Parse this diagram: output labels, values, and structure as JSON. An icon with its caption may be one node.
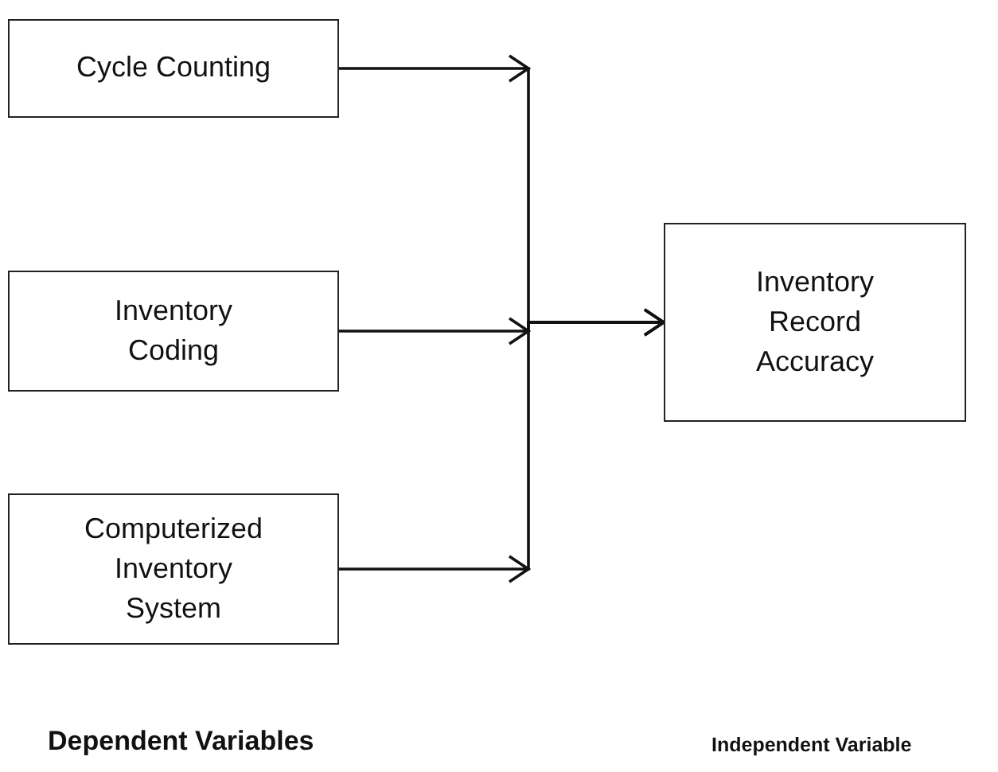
{
  "diagram": {
    "nodes": [
      {
        "text": [
          "Cycle Counting"
        ]
      },
      {
        "text": [
          "Inventory Coding"
        ]
      },
      {
        "text": [
          "Computerized Inventory System"
        ]
      },
      {
        "text": [
          "Inventory Record Accuracy"
        ]
      }
    ],
    "edges": [
      {
        "from": 0,
        "to": 3,
        "arrow": "to"
      },
      {
        "from": 1,
        "to": 3,
        "arrow": "to"
      },
      {
        "from": 2,
        "to": 3,
        "arrow": "to"
      }
    ],
    "labels": [
      "Dependent Variables",
      "Independent Variable"
    ]
  }
}
